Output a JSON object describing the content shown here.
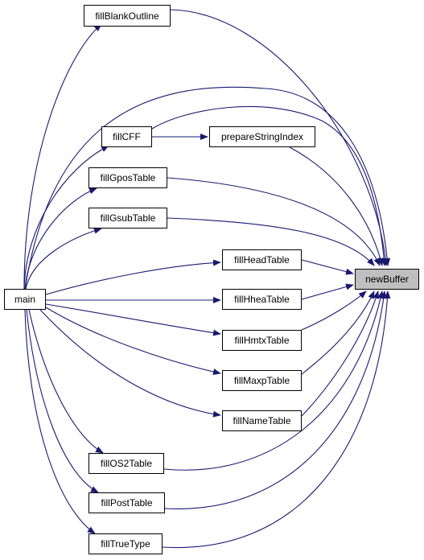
{
  "graph": {
    "edge_color": "#191970",
    "focus_fill": "#bfbfbf",
    "nodes": [
      {
        "id": "fillBlankOutline",
        "label": "fillBlankOutline"
      },
      {
        "id": "fillCFF",
        "label": "fillCFF"
      },
      {
        "id": "prepareStringIndex",
        "label": "prepareStringIndex"
      },
      {
        "id": "fillGposTable",
        "label": "fillGposTable"
      },
      {
        "id": "fillGsubTable",
        "label": "fillGsubTable"
      },
      {
        "id": "fillHeadTable",
        "label": "fillHeadTable"
      },
      {
        "id": "newBuffer",
        "label": "newBuffer",
        "focus": true
      },
      {
        "id": "main",
        "label": "main"
      },
      {
        "id": "fillHheaTable",
        "label": "fillHheaTable"
      },
      {
        "id": "fillHmtxTable",
        "label": "fillHmtxTable"
      },
      {
        "id": "fillMaxpTable",
        "label": "fillMaxpTable"
      },
      {
        "id": "fillNameTable",
        "label": "fillNameTable"
      },
      {
        "id": "fillOS2Table",
        "label": "fillOS2Table"
      },
      {
        "id": "fillPostTable",
        "label": "fillPostTable"
      },
      {
        "id": "fillTrueType",
        "label": "fillTrueType"
      }
    ],
    "edges": [
      {
        "from": "fillBlankOutline",
        "to": "newBuffer"
      },
      {
        "from": "main",
        "to": "newBuffer"
      },
      {
        "from": "fillCFF",
        "to": "newBuffer"
      },
      {
        "from": "fillCFF",
        "to": "prepareStringIndex"
      },
      {
        "from": "prepareStringIndex",
        "to": "newBuffer"
      },
      {
        "from": "fillGposTable",
        "to": "newBuffer"
      },
      {
        "from": "fillGsubTable",
        "to": "newBuffer"
      },
      {
        "from": "fillHeadTable",
        "to": "newBuffer"
      },
      {
        "from": "fillHheaTable",
        "to": "newBuffer"
      },
      {
        "from": "fillHmtxTable",
        "to": "newBuffer"
      },
      {
        "from": "fillMaxpTable",
        "to": "newBuffer"
      },
      {
        "from": "fillNameTable",
        "to": "newBuffer"
      },
      {
        "from": "fillOS2Table",
        "to": "newBuffer"
      },
      {
        "from": "fillPostTable",
        "to": "newBuffer"
      },
      {
        "from": "fillTrueType",
        "to": "newBuffer"
      },
      {
        "from": "main",
        "to": "fillBlankOutline"
      },
      {
        "from": "main",
        "to": "fillCFF"
      },
      {
        "from": "main",
        "to": "fillGposTable"
      },
      {
        "from": "main",
        "to": "fillGsubTable"
      },
      {
        "from": "main",
        "to": "fillHeadTable"
      },
      {
        "from": "main",
        "to": "fillHheaTable"
      },
      {
        "from": "main",
        "to": "fillHmtxTable"
      },
      {
        "from": "main",
        "to": "fillMaxpTable"
      },
      {
        "from": "main",
        "to": "fillNameTable"
      },
      {
        "from": "main",
        "to": "fillOS2Table"
      },
      {
        "from": "main",
        "to": "fillPostTable"
      },
      {
        "from": "main",
        "to": "fillTrueType"
      }
    ]
  }
}
